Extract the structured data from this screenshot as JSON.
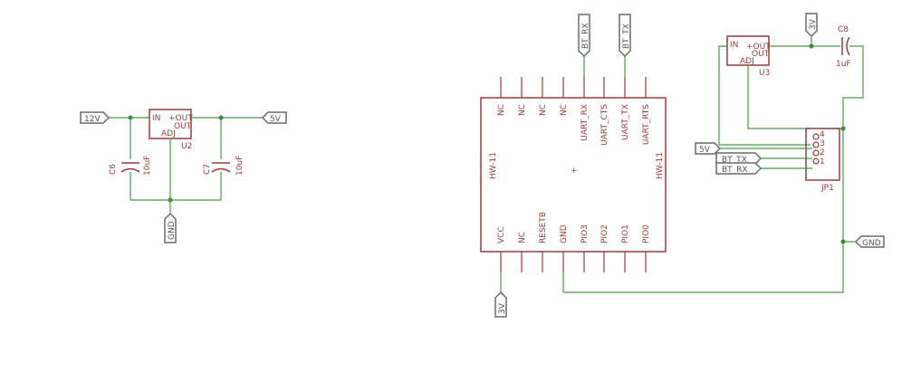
{
  "regulator_left": {
    "name": "U2",
    "pin_in": "IN",
    "pin_out_plus": "+OUT",
    "pin_out": "OUT",
    "pin_adj": "ADJ"
  },
  "regulator_right": {
    "name": "U3",
    "pin_in": "IN",
    "pin_out_plus": "+OUT",
    "pin_out": "OUT",
    "pin_adj": "ADJ"
  },
  "capacitors": {
    "c6": {
      "name": "C6",
      "value": "10uF"
    },
    "c7": {
      "name": "C7",
      "value": "10uF"
    },
    "c8": {
      "name": "C8",
      "value": "1uF"
    }
  },
  "net_labels": {
    "in_12v": "12V",
    "out_5v": "5V",
    "gnd_left": "GND",
    "bt_rx_top": "BT_RX",
    "bt_tx_top": "BT_TX",
    "v3_top": "3V",
    "v3_bottom": "3V",
    "v5_jp": "5V",
    "bt_tx_jp": "BT_TX",
    "bt_rx_jp": "BT_RX",
    "gnd_right": "GND"
  },
  "module": {
    "side_text_left": "HW-11",
    "side_text_right": "HW-11",
    "origin_mark": "+",
    "top_pins": [
      "NC",
      "NC",
      "NC",
      "NC",
      "UART_RX",
      "UART_CTS",
      "UART_TX",
      "UART_RTS"
    ],
    "bottom_pins": [
      "VCC",
      "NC",
      "RESETB",
      "GND",
      "PIO3",
      "PIO2",
      "PIO1",
      "PIO0"
    ]
  },
  "connector": {
    "name": "JP1",
    "pins": [
      "4",
      "3",
      "2",
      "1"
    ]
  }
}
